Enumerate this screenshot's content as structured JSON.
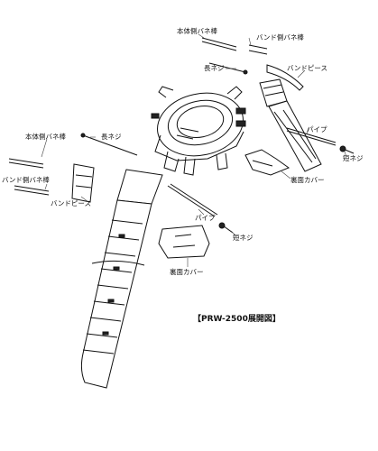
{
  "diagram": {
    "title": "【PRW-2500展開図】",
    "labels": {
      "body_pin_top": "本体側バネ棒",
      "band_pin_top": "バンド側バネ棒",
      "long_screw_top": "長ネジ",
      "band_piece_top": "バンドピース",
      "pipe_top": "パイプ",
      "short_screw_top": "短ネジ",
      "back_cover_top": "裏面カバー",
      "body_pin_left": "本体側バネ棒",
      "long_screw_left": "長ネジ",
      "band_pin_left": "バンド側バネ棒",
      "band_piece_left": "バンドピース",
      "pipe_mid": "パイプ",
      "short_screw_mid": "短ネジ",
      "back_cover_mid": "裏面カバー"
    }
  }
}
